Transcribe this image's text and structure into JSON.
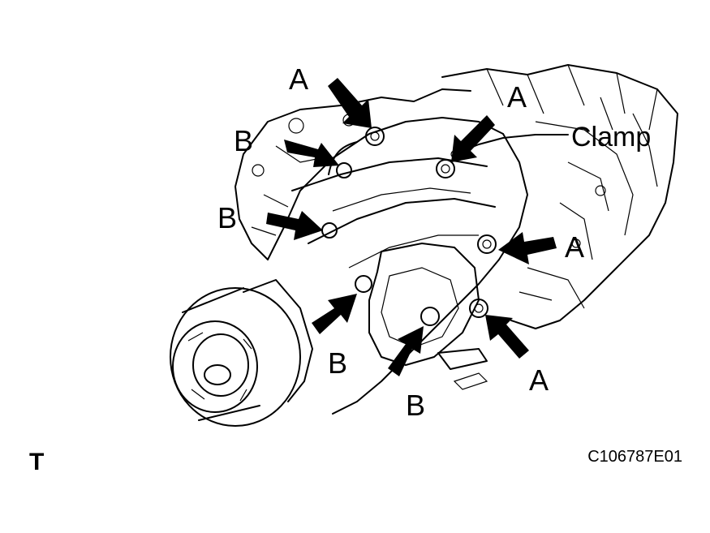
{
  "diagram": {
    "callouts": [
      {
        "id": "a1",
        "text": "A"
      },
      {
        "id": "a2",
        "text": "A"
      },
      {
        "id": "a3",
        "text": "A"
      },
      {
        "id": "a4",
        "text": "A"
      },
      {
        "id": "b1",
        "text": "B"
      },
      {
        "id": "b2",
        "text": "B"
      },
      {
        "id": "b3",
        "text": "B"
      },
      {
        "id": "b4",
        "text": "B"
      }
    ],
    "clamp_label": "Clamp",
    "figure_code": "C106787E01",
    "corner_mark": "T"
  }
}
